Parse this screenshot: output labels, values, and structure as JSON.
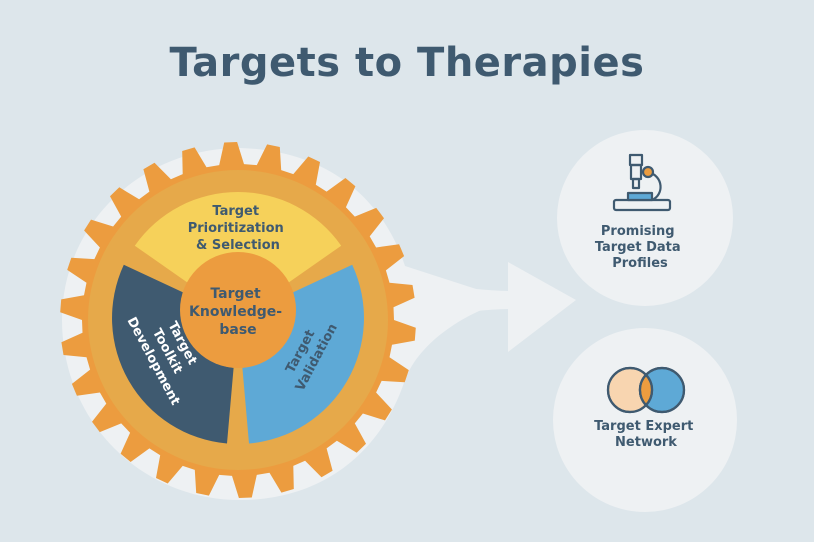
{
  "title": "Targets to Therapies",
  "colors": {
    "background": "#dde6eb",
    "title": "#3f5a70",
    "bubble": "#eef1f3",
    "gear": "#ec9c3f",
    "gear_inner": "#e6a94a",
    "prioritization": "#f6d15a",
    "toolkit": "#3f5a70",
    "validation": "#5ea9d6",
    "dark_text": "#3f5a70",
    "light_text": "#ffffff",
    "circle_peach": "#f8d5b0",
    "circle_blue": "#5ea9d6"
  },
  "gear": {
    "center_label": [
      "Target",
      "Knowledge-",
      "base"
    ],
    "segments": [
      {
        "id": "prioritization",
        "lines": [
          "Target",
          "Prioritization",
          "& Selection"
        ]
      },
      {
        "id": "toolkit",
        "lines": [
          "Target",
          "Toolkit",
          "Development"
        ]
      },
      {
        "id": "validation",
        "lines": [
          "Target",
          "Validation"
        ]
      }
    ]
  },
  "outputs": [
    {
      "id": "promising",
      "icon": "microscope-icon",
      "lines": [
        "Promising",
        "Target Data",
        "Profiles"
      ]
    },
    {
      "id": "network",
      "icon": "venn-circles-icon",
      "lines": [
        "Target Expert",
        "Network"
      ]
    }
  ]
}
